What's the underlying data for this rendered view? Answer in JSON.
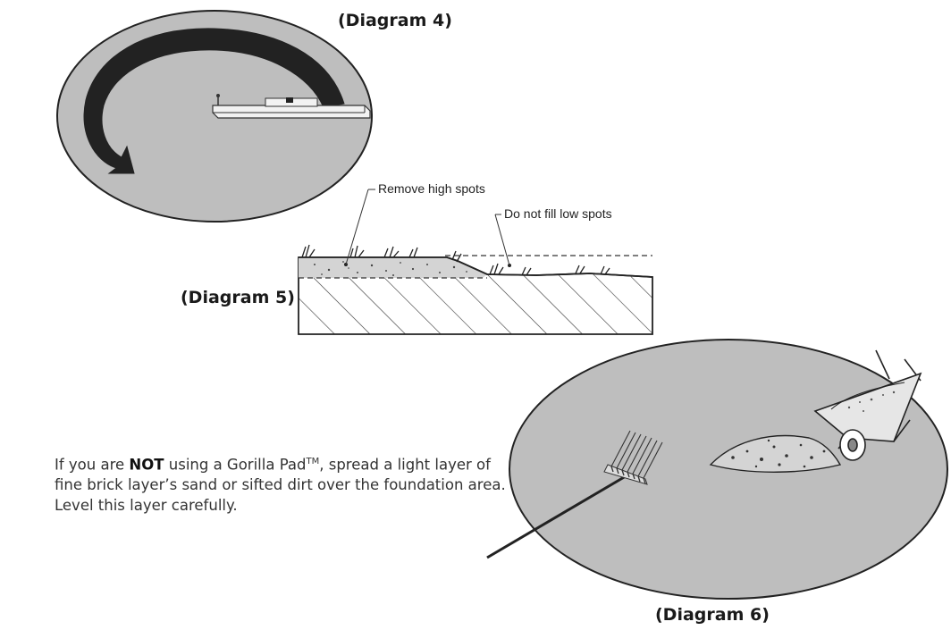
{
  "diagrams": {
    "diagram4": {
      "label": "(Diagram 4)"
    },
    "diagram5": {
      "label": "(Diagram 5)",
      "callout_high": "Remove high spots",
      "callout_low": "Do not fill low spots"
    },
    "diagram6": {
      "label": "(Diagram 6)"
    }
  },
  "instruction": {
    "prefix": "If you are ",
    "emphasis": "NOT",
    "middle": " using a Gorilla Pad",
    "trademark": "TM",
    "suffix": ", spread a light layer of fine brick layer’s sand or sifted dirt over the foundation area. Level this layer carefully."
  },
  "colors": {
    "ground": "#bebebe",
    "outline": "#222222",
    "soil": "#d4d4d4"
  }
}
